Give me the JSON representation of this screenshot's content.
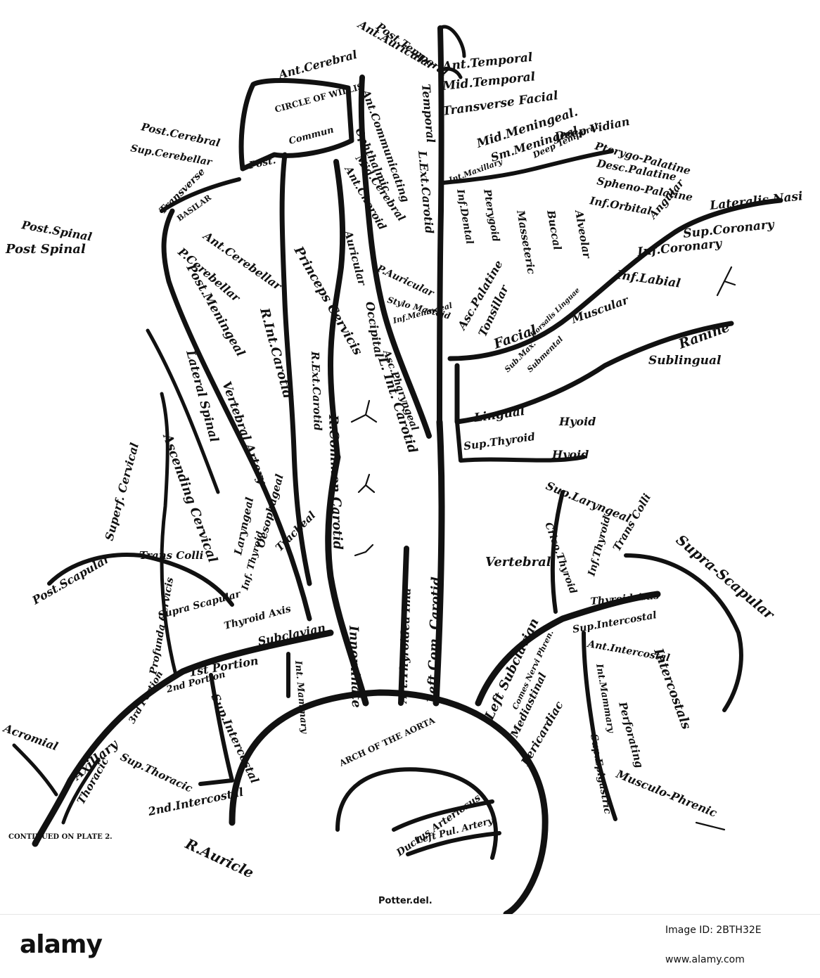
{
  "labels": {
    "post_temporal": "Post.Temporal",
    "ant_auricular": "Ant.Auricular",
    "ant_temporal": "Ant.Temporal",
    "mid_temporal": "Mid.Temporal",
    "transverse_facial": "Transverse Facial",
    "mid_meningeal": "Mid.Meningeal.",
    "sm_meningeal": "Sm.Meningeal.",
    "deep_vidian": "Deep Vidian",
    "deep_temporal": "Deep Temporal",
    "pterygo_palatine": "Pterygo-Palatine",
    "desc_palatine": "Desc.Palatine",
    "spheno_palatine": "Spheno-Palatine",
    "inf_orbital": "Inf.Orbital",
    "angular": "Angular",
    "lateralis_nasi": "Lateralis Nasi",
    "sup_coronary": "Sup.Coronary",
    "inf_coronary": "Inf.Coronary",
    "inf_labial": "Inf.Labial",
    "ranine": "Ranine",
    "sublingual": "Sublingual",
    "muscular": "Muscular",
    "facial": "Facial",
    "dorsalis_linguae": "Dorsalis Linguae",
    "submental": "Submental",
    "sub_max": "Sub.Max.",
    "hyoid_1": "Hyoid",
    "lingual": "Lingual",
    "sup_thyroid": "Sup.Thyroid",
    "hyoid_2": "Hyoid",
    "sup_laryngeal": "Sup.Laryngeal",
    "crico_thyroid": "Crico.Thyroid",
    "inf_thyroid": "Inf.Thyroid",
    "trans_colli_r": "Trans Colli",
    "supra_scapular_r": "Supra-Scapular",
    "vertebral": "Vertebral",
    "thyroid_axis_l": "Thyroid Axis",
    "sup_intercostal_l": "Sup.Intercostal",
    "ant_intercostal": "Ant.Intercostal",
    "intercostals": "Intercostals",
    "perforating": "Perforating",
    "int_mammary_l": "Int.Mammary",
    "sup_epigastric": "Sup.Epigastric",
    "musculo_phrenic": "Musculo-Phrenic",
    "comes_nervi_phrenici": "Comes Nervi Phren.",
    "mediastinal": "Mediastinal",
    "pericardiac": "Pericardiac",
    "left_subclavian": "Left Subclavian",
    "left_com_carotid": "Left Com. Carotid",
    "art_thyroidea_ima": "Art.Thyroidea Ima",
    "innominate": "Innominate",
    "arch_of_aorta": "ARCH OF THE AORTA",
    "ductus_arteriosus": "Ductus Arteriosus",
    "left_pul_artery": "Left Pul. Artery",
    "potter_del": "Potter.del.",
    "r_auricle": "R.Auricle",
    "continued_plate": "CONTINUED ON PLATE 2.",
    "acromial": "Acromial",
    "axillary": "Axillary",
    "thoracic": "Thoracic",
    "sup_thoracic": "Sup.Thoracic",
    "second_intercostal": "2nd.Intercostal",
    "sup_intercostal_r": "Sup.Intercostal",
    "int_mammary_r": "Int. Mammary",
    "third_portion": "3rd Portion",
    "second_portion": "2nd Portion",
    "first_portion": "1st Portion",
    "subclavian": "Subclavian",
    "thyroid_axis_r": "Thyroid Axis",
    "supra_scapular_l": "Supra Scapular",
    "profunda_cervicis": "Profunda Cervicis",
    "trans_colli_l": "Trans Colli",
    "post_scapular": "Post.Scapular",
    "superf_cervical": "Superf. Cervical",
    "ascending_cervical": "Ascending Cervical",
    "inf_thyroid_r": "Inf. Thyroid",
    "laryngeal": "Laryngeal",
    "oesophageal": "Oesophageal",
    "tracheal": "Tracheal",
    "r_common_carotid": "R.Common Carotid",
    "r_ext_carotid": "R.Ext.Carotid",
    "r_int_carotid": "R.Int.Carotid",
    "vertebral_artery": "Vertebral Artery",
    "lateral_spinal": "Lateral Spinal",
    "post_meningeal": "Post.Meningeal",
    "p_cerebellar": "P.Cerebellar",
    "ant_cerebellar": "Ant.Cerebellar",
    "princeps_cervicis": "Princeps Cervicis",
    "post_spinal_1": "Post.Spinal",
    "post_spinal_2": "Post Spinal",
    "transverse": "Transverse",
    "basilar": "BASILAR",
    "post_cerebral": "Post.Cerebral",
    "sup_cerebellar": "Sup.Cerebellar",
    "post": "Post.",
    "circle_of_willis": "CIRCLE OF WILLIS",
    "commun": "Commun",
    "ant_cerebral": "Ant.Cerebral",
    "ant_communicating": "Ant.Communicating",
    "ophthalmic": "Ophthalmic",
    "mid_cerebral": "Mid.Cerebral",
    "ant_choroid": "Ant.Choroid",
    "l_ext_carotid": "L.Ext.Carotid",
    "temporal": "Temporal",
    "int_maxillary": "Int.Maxillary",
    "inf_dental": "Inf.Dental",
    "pterygoid": "Pterygoid",
    "masseteric": "Masseteric",
    "buccal": "Buccal",
    "alveolar": "Alveolar",
    "auricular": "Auricular",
    "p_auricular": "P.Auricular",
    "stylo_mastoid": "Stylo Mastoid",
    "inf_meningeal": "Inf.Meningeal",
    "occipital": "Occipital",
    "asc_pharyngeal": "Asc.Pharyngeal",
    "asc_palatine": "Asc.Palatine",
    "tonsillar": "Tonsillar",
    "l_int_carotid": "L. Int. Carotid"
  },
  "footer": {
    "logo": "alamy",
    "image_id": "Image ID: 2BTH32E",
    "url": "www.alamy.com"
  }
}
